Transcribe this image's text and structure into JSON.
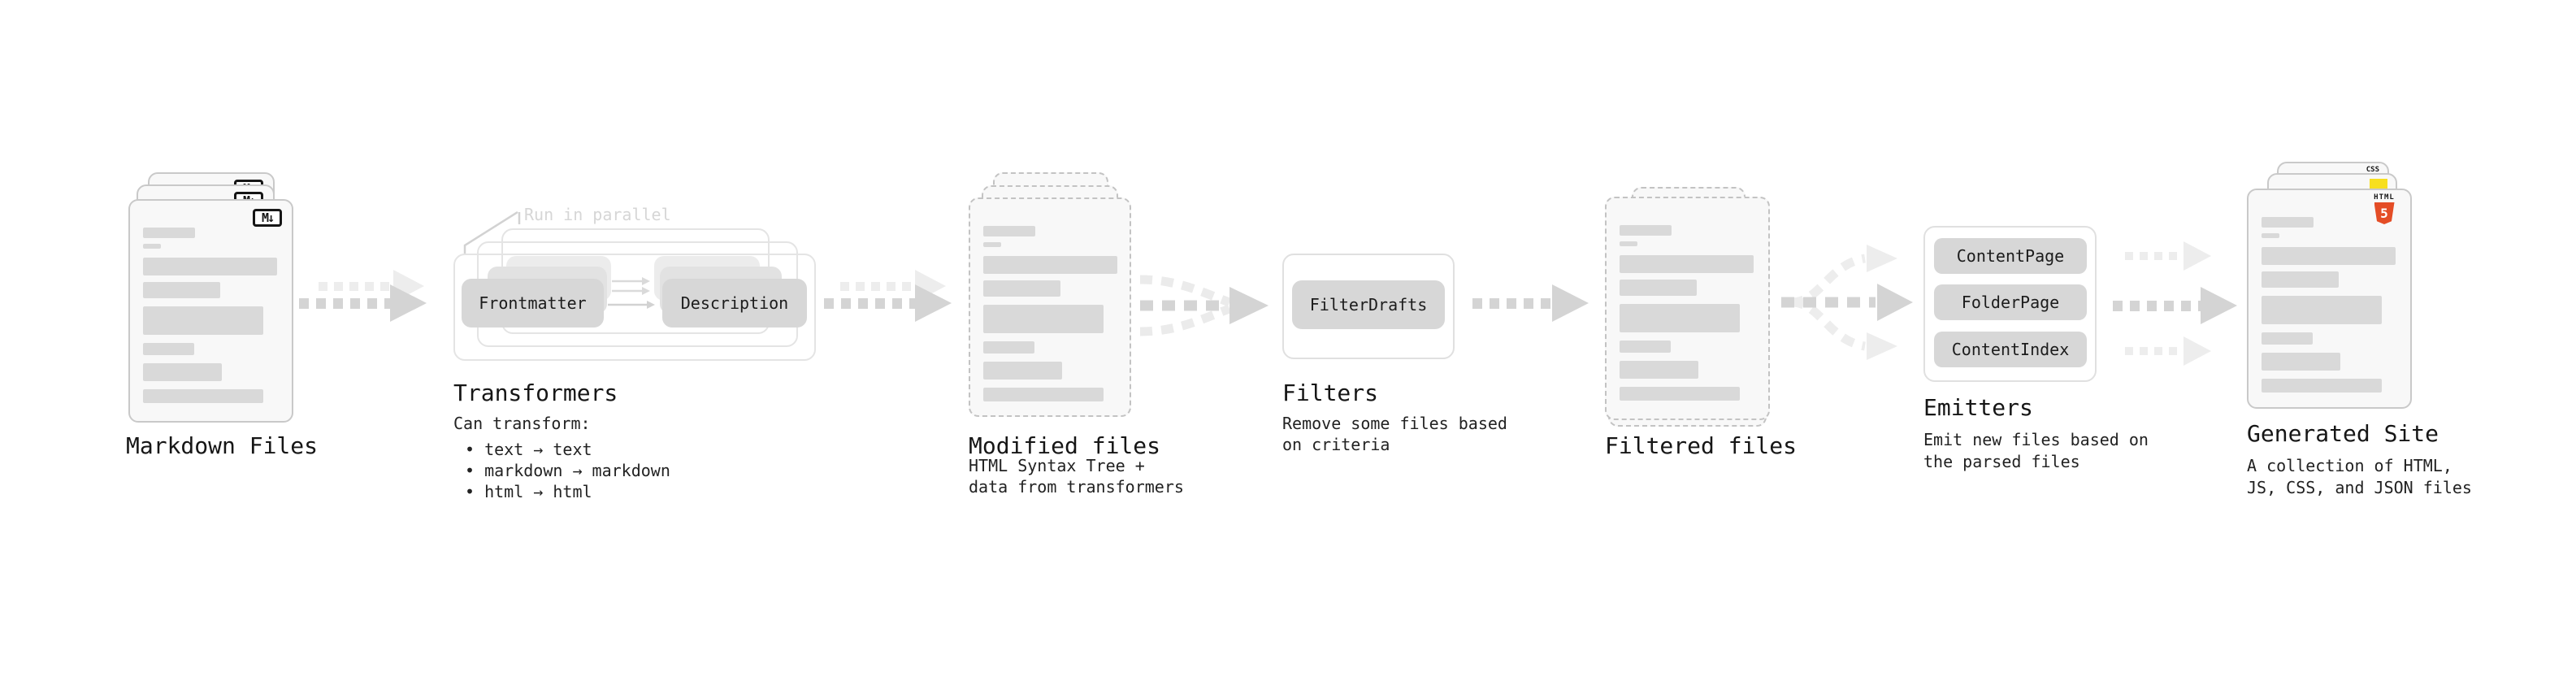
{
  "palette": {
    "html5_orange": "#e44d26",
    "js_yellow": "#f7df1e",
    "css_blue": "#2965f1",
    "arrow_dark": "#d4d4d4",
    "arrow_light": "#ededed",
    "card_fill": "#f8f8f8"
  },
  "stages": {
    "markdown": {
      "title": "Markdown Files",
      "badge": "M↓"
    },
    "transformers": {
      "title": "Transformers",
      "annotation": "Run in parallel",
      "input_pill": "Frontmatter",
      "output_pill": "Description",
      "caption_heading": "Can transform:",
      "bullets": [
        "• text → text",
        "• markdown → markdown",
        "• html → html"
      ]
    },
    "modified": {
      "title": "Modified files",
      "caption_line1": "HTML Syntax Tree +",
      "caption_line2": "data from transformers"
    },
    "filters": {
      "title": "Filters",
      "pill": "FilterDrafts",
      "caption_line1": "Remove some files based",
      "caption_line2": "on criteria"
    },
    "filtered": {
      "title": "Filtered files"
    },
    "emitters": {
      "title": "Emitters",
      "pills": [
        "ContentPage",
        "FolderPage",
        "ContentIndex"
      ],
      "caption_line1": "Emit new files based on",
      "caption_line2": "the parsed files"
    },
    "generated": {
      "title": "Generated Site",
      "caption_line1": "A collection of HTML,",
      "caption_line2": "JS, CSS, and JSON files",
      "css_badge": "CSS",
      "html_badge_label": "HTML",
      "html_badge_number": "5"
    }
  }
}
